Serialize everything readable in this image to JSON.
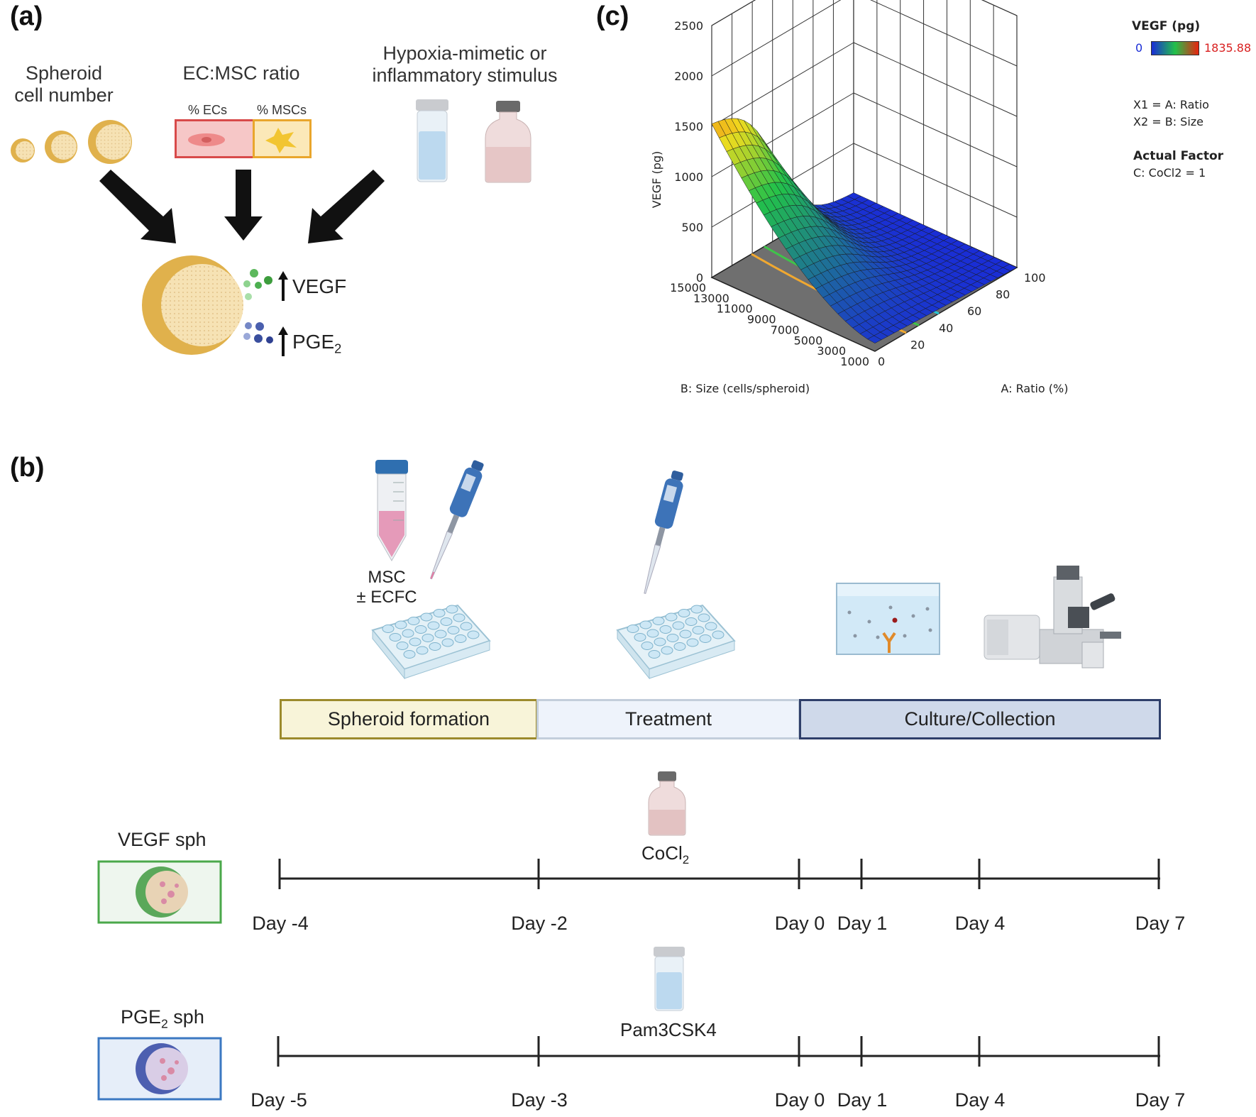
{
  "panel_a": {
    "label": "(a)",
    "factor1": "Spheroid\ncell number",
    "factor2": "EC:MSC ratio",
    "ecs_label": "% ECs",
    "mscs_label": "% MSCs",
    "factor3": "Hypoxia-mimetic or\ninflammatory stimulus",
    "out_vegf": "VEGF",
    "out_pge": "PGE",
    "out_pge_sub": "2"
  },
  "panel_c": {
    "label": "(c)",
    "legend_title": "VEGF (pg)",
    "legend_min": "0",
    "legend_max": "1835.88",
    "x1_def": "X1 = A: Ratio",
    "x2_def": "X2 = B: Size",
    "actual_factor_title": "Actual Factor",
    "actual_factor_value": "C: CoCl2 = 1",
    "colors": {
      "low": "#1a2dd6",
      "mid": "#22c14a",
      "high": "#e8230f"
    }
  },
  "chart_data": {
    "type": "surface",
    "title": "",
    "zlabel": "VEGF (pg)",
    "xlabel": "A: Ratio (%)",
    "ylabel": "B: Size (cells/spheroid)",
    "z_ticks": [
      "0",
      "500",
      "1000",
      "1500",
      "2000",
      "2500"
    ],
    "x_ticks": [
      "0",
      "20",
      "40",
      "60",
      "80",
      "100"
    ],
    "y_ticks": [
      "1000",
      "3000",
      "5000",
      "7000",
      "9000",
      "11000",
      "13000",
      "15000"
    ],
    "zlim": [
      0,
      2500
    ],
    "xlim": [
      0,
      100
    ],
    "ylim": [
      1000,
      15000
    ],
    "color_range": [
      0,
      1835.88
    ],
    "grid": true,
    "legend": "top-right",
    "actual_factor": "C: CoCl2 = 1"
  },
  "panel_b": {
    "label": "(b)",
    "seed_label": "MSC\n± ECFC",
    "stages": [
      "Spheroid formation",
      "Treatment",
      "Culture/Collection"
    ],
    "vegf_sph": "VEGF sph",
    "pge_sph": "PGE",
    "pge_sph_sub": "2",
    "pge_sph_suffix": " sph",
    "cocl2": "CoCl",
    "cocl2_sub": "2",
    "pam": "Pam3CSK4",
    "timeline1_days": [
      "Day -4",
      "Day -2",
      "Day 0",
      "Day 1",
      "Day 4",
      "Day 7"
    ],
    "timeline2_days": [
      "Day -5",
      "Day -3",
      "Day 0",
      "Day 1",
      "Day 4",
      "Day 7"
    ]
  }
}
